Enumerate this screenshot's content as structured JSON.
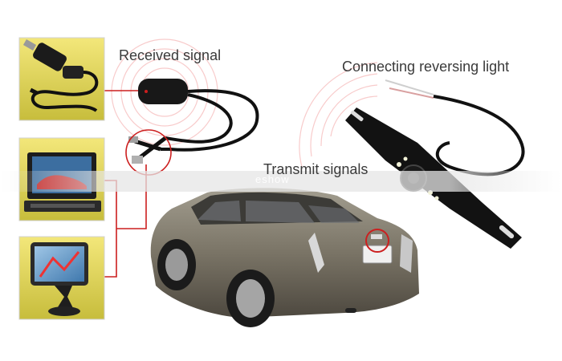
{
  "labels": {
    "received_signal": "Received signal",
    "connecting_reversing_light": "Connecting reversing light",
    "transmit_signals": "Transmit signals",
    "watermark": "eshow"
  },
  "colors": {
    "connector_line": "#cc1f1f",
    "radio_wave": "#e04a4a",
    "thumb_bg_top": "#efe06a",
    "thumb_bg_bottom": "#c9c040",
    "car_body": "#7c7668",
    "cable": "#161616"
  },
  "icons": [
    "car-charger-icon",
    "wireless-receiver-icon",
    "dash-monitor-icon",
    "gps-navigator-icon",
    "license-plate-camera-icon",
    "sedan-car-icon"
  ]
}
